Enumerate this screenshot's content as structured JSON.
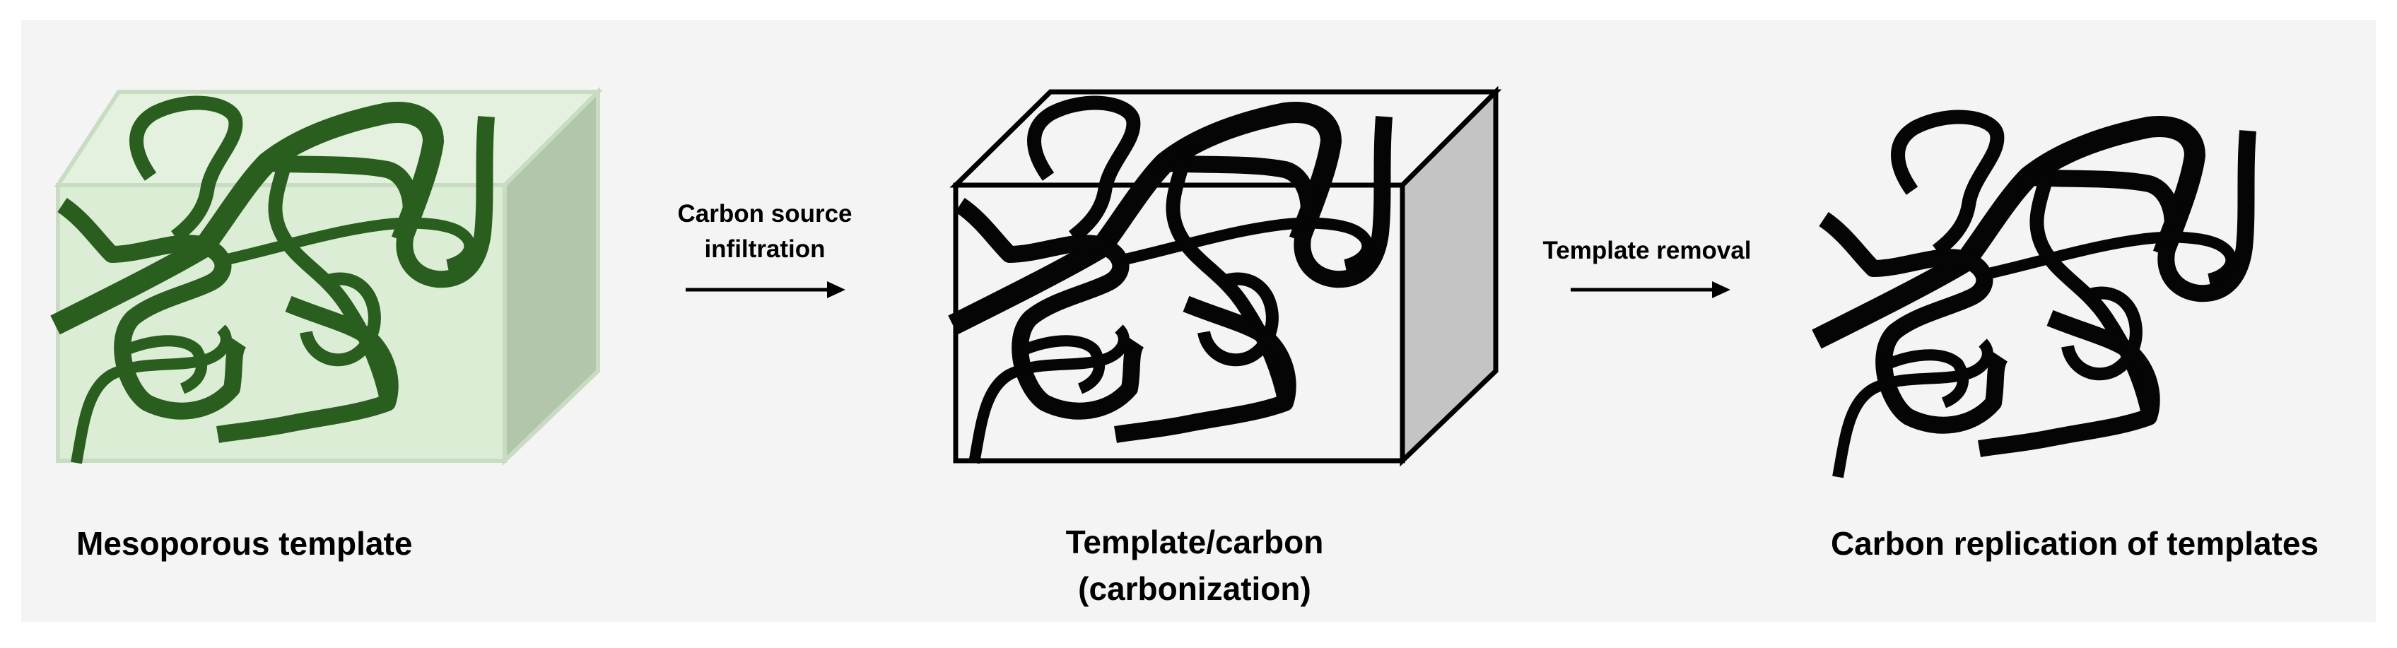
{
  "diagram": {
    "steps": [
      {
        "caption": "Mesoporous template"
      },
      {
        "caption_line1": "Template/carbon",
        "caption_line2": "(carbonization)"
      },
      {
        "caption": "Carbon replication of templates"
      }
    ],
    "arrows": [
      {
        "label_line1": "Carbon source",
        "label_line2": "infiltration"
      },
      {
        "label": "Template removal"
      }
    ]
  },
  "colors": {
    "template_strand": "#2a5e1e",
    "template_box_fill": "#dcedd6",
    "template_box_side": "#a9bfa3",
    "carbon_strand": "#050505",
    "box_side_gray": "#c4c4c4",
    "background_panel": "#f4f4f4"
  }
}
